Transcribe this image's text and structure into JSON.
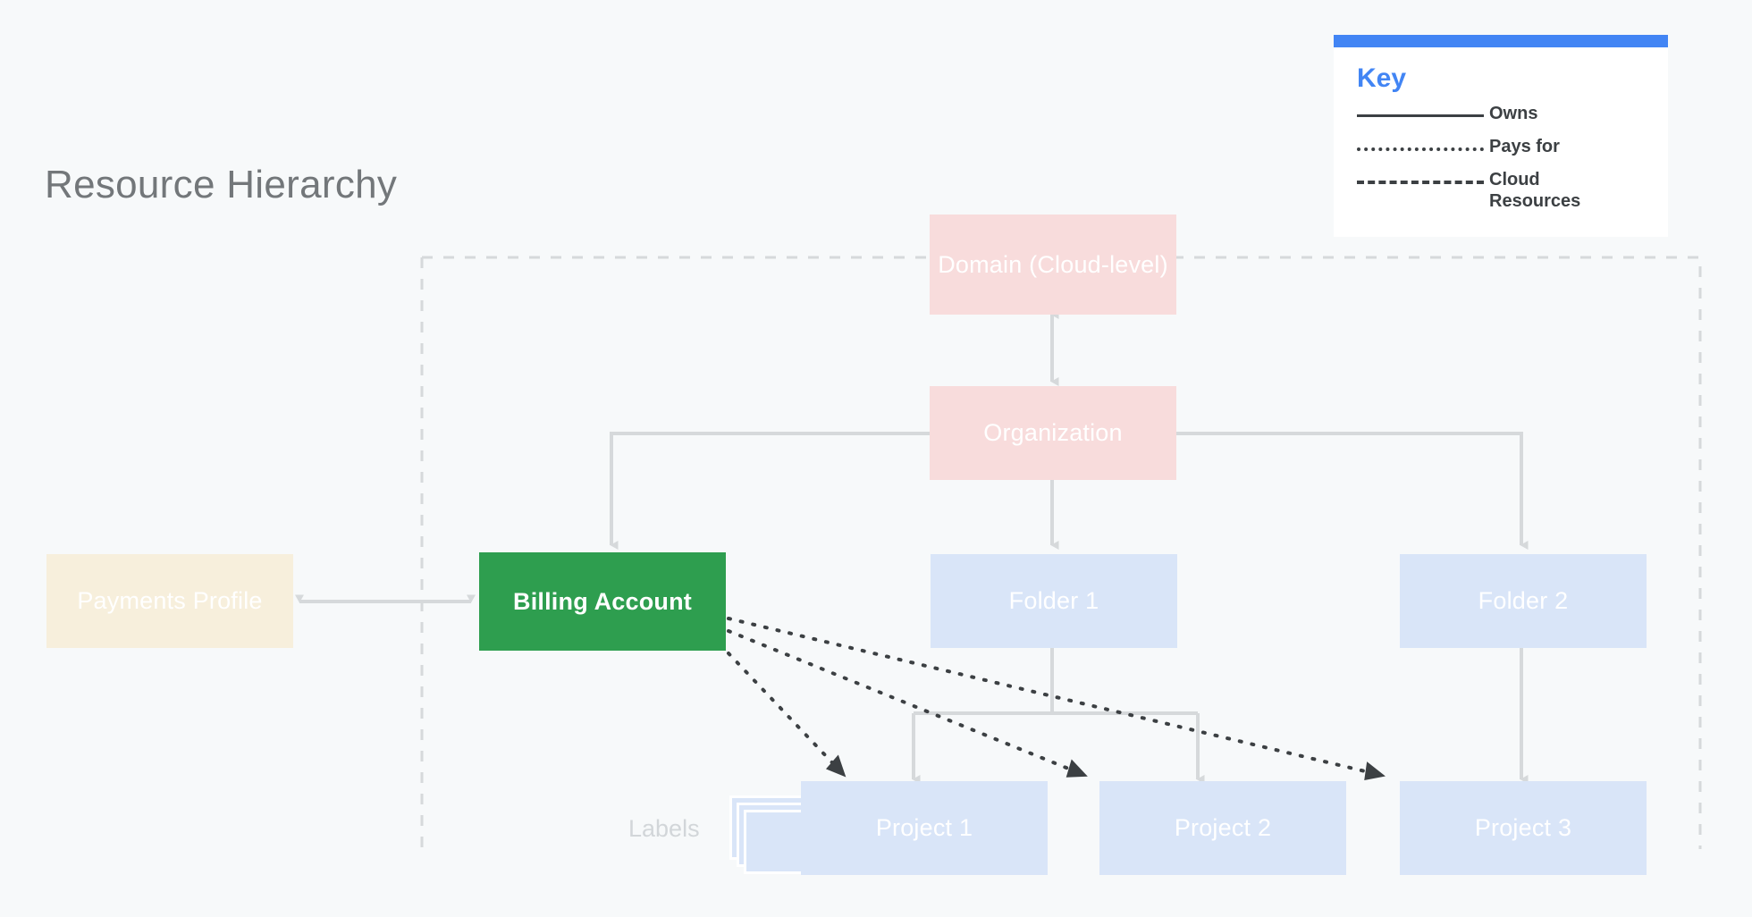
{
  "title": "Resource Hierarchy",
  "colors": {
    "background": "#F7F9FA",
    "pink": "#F8DCDC",
    "blue": "#D9E5F8",
    "green": "#2E9E4F",
    "cream": "#F7EFDC",
    "accent": "#4285F4",
    "wire": "#D6D9DB",
    "dotted_edge": "#3C4043",
    "title_text": "#73777A"
  },
  "nodes": {
    "domain": "Domain (Cloud-level)",
    "organization": "Organization",
    "payments_profile": "Payments Profile",
    "billing_account": "Billing Account",
    "folder_1": "Folder 1",
    "folder_2": "Folder 2",
    "project_1": "Project 1",
    "project_2": "Project 2",
    "project_3": "Project 3",
    "labels": "Labels"
  },
  "legend": {
    "title": "Key",
    "rows": [
      {
        "style": "solid",
        "label": "Owns"
      },
      {
        "style": "dotted",
        "label": "Pays for"
      },
      {
        "style": "dashed",
        "label": "Cloud\nResources"
      }
    ]
  }
}
